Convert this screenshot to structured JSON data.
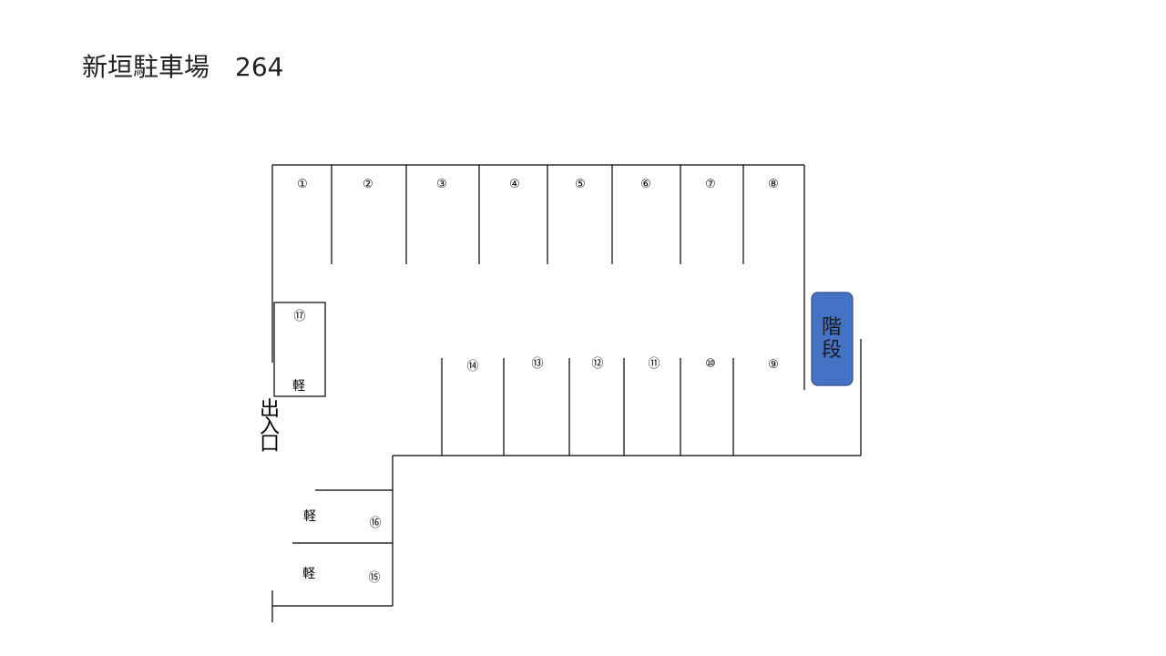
{
  "title": "新垣駐車場　264",
  "stall_labels": [
    "①",
    "②",
    "③",
    "④",
    "⑤",
    "⑥",
    "⑦",
    "⑧",
    "⑨",
    "⑩",
    "⑪",
    "⑫",
    "⑬",
    "⑭",
    "⑮",
    "⑯",
    "⑰"
  ],
  "kei_label": "軽",
  "entrance": {
    "chars": [
      "出",
      "入",
      "口"
    ]
  },
  "stairs": {
    "chars": [
      "階",
      "段"
    ],
    "color": "#4472C4",
    "border": "#2F528F"
  },
  "line_color": "#000000"
}
